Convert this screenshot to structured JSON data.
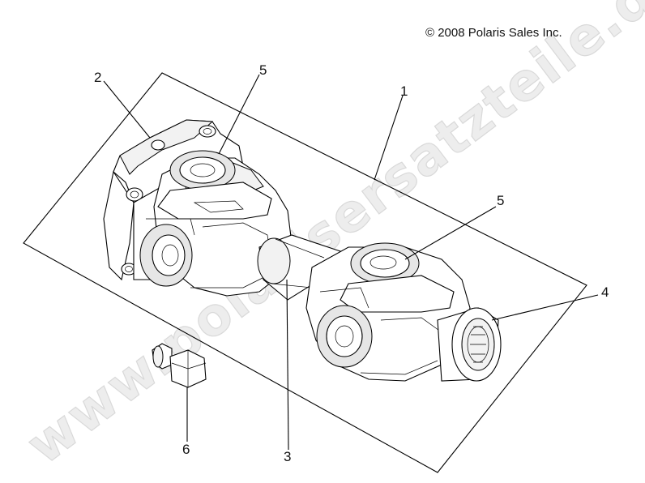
{
  "copyright": "© 2008 Polaris Sales Inc.",
  "watermark": "www.polarisersatzteile.de",
  "callouts": [
    {
      "id": "callout-1",
      "label": "1"
    },
    {
      "id": "callout-2",
      "label": "2"
    },
    {
      "id": "callout-5a",
      "label": "5"
    },
    {
      "id": "callout-5b",
      "label": "5"
    },
    {
      "id": "callout-4",
      "label": "4"
    },
    {
      "id": "callout-3",
      "label": "3"
    },
    {
      "id": "callout-6",
      "label": "6"
    }
  ]
}
